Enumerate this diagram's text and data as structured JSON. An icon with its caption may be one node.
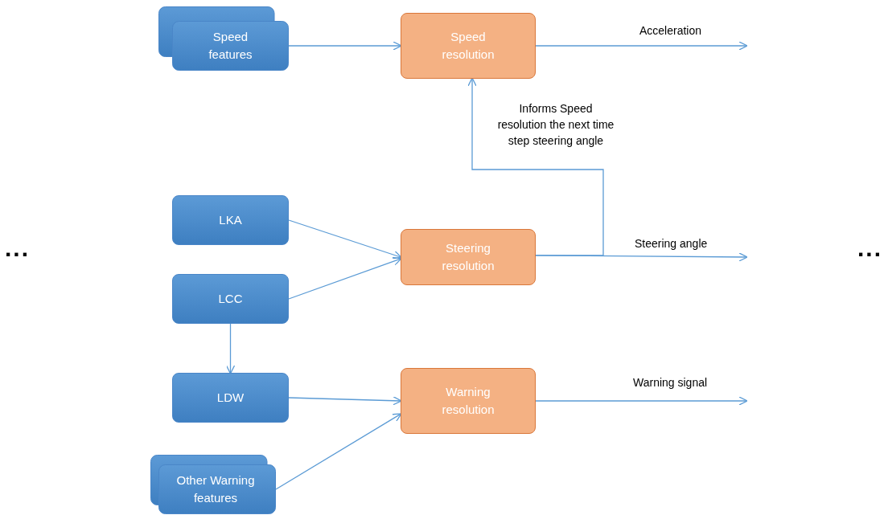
{
  "diagram": {
    "nodes": [
      {
        "text": [
          "Speed features"
        ]
      },
      {
        "text": [
          "Speed resolution"
        ]
      },
      {
        "text": [
          "LKA"
        ]
      },
      {
        "text": [
          "LCC"
        ]
      },
      {
        "text": [
          "Steering resolution"
        ]
      },
      {
        "text": [
          "LDW"
        ]
      },
      {
        "text": [
          "Warning resolution"
        ]
      },
      {
        "text": [
          "Other Warning features"
        ]
      }
    ],
    "edges": [
      {
        "from": 0,
        "to": 1,
        "arrow": "to"
      },
      {
        "from": 1,
        "to": null,
        "arrow": "to",
        "label": "Acceleration"
      },
      {
        "from": 2,
        "to": 4,
        "arrow": "to"
      },
      {
        "from": 3,
        "to": 4,
        "arrow": "to"
      },
      {
        "from": 4,
        "to": null,
        "arrow": "to",
        "label": "Steering angle"
      },
      {
        "from": 4,
        "to": 1,
        "arrow": "to",
        "label": "Informs Speed resolution the next time step steering angle"
      },
      {
        "from": 3,
        "to": 5,
        "arrow": "to"
      },
      {
        "from": 5,
        "to": 6,
        "arrow": "to"
      },
      {
        "from": 7,
        "to": 6,
        "arrow": "to"
      },
      {
        "from": 6,
        "to": null,
        "arrow": "to",
        "label": "Warning signal"
      }
    ],
    "labels": [
      "...",
      "..."
    ]
  }
}
